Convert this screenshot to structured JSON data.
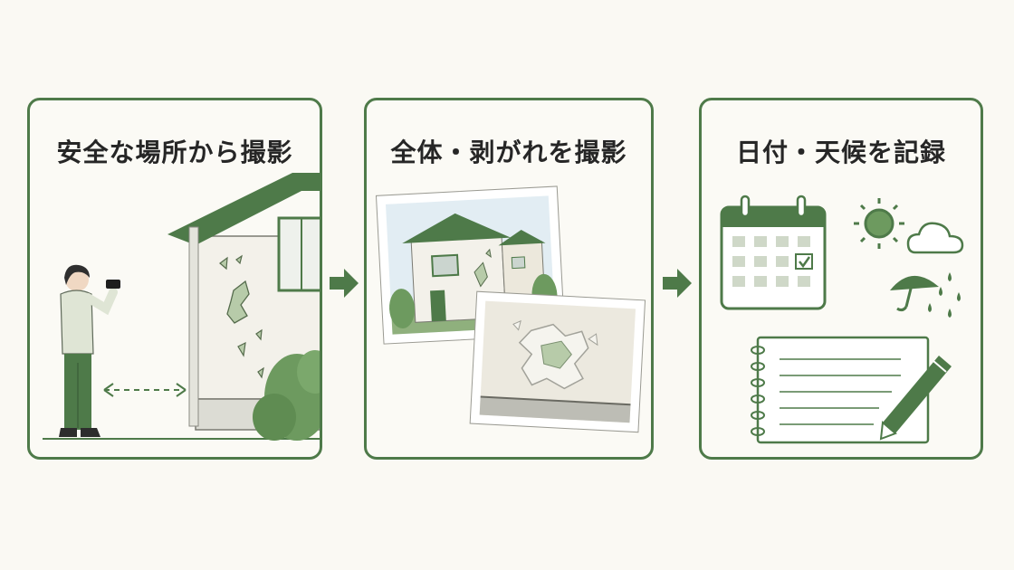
{
  "steps": [
    {
      "title": "安全な場所から撮影"
    },
    {
      "title": "全体・剥がれを撮影"
    },
    {
      "title": "日付・天候を記録"
    }
  ],
  "colors": {
    "accent": "#4e7a49",
    "accent_light": "#a9c29c",
    "wall": "#f3f1ea",
    "title_text": "#262626"
  },
  "icons": [
    "person-with-phone-icon",
    "house-icon",
    "shrub-icon",
    "arrow-right-icon",
    "photo-house-icon",
    "photo-peeling-wall-icon",
    "calendar-icon",
    "sun-icon",
    "cloud-icon",
    "umbrella-rain-icon",
    "notepad-icon",
    "pen-icon"
  ]
}
